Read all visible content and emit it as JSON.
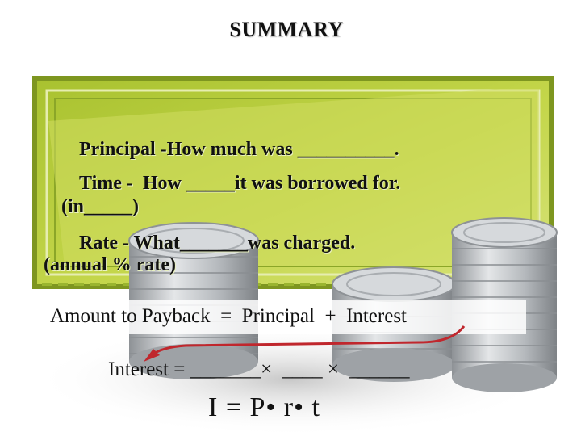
{
  "title": "SUMMARY",
  "bullets": {
    "principal": "Principal -How much was __________.",
    "time": "Time -  How _____it was borrowed for.",
    "time_unit": "(in_____)",
    "rate": "Rate - What_______was charged.",
    "rate_note": "(annual % rate)"
  },
  "equation": "Amount to Payback  =  Principal  +  Interest",
  "interest_line": "Interest = _______×  ____ ×  ______",
  "formula": "I = P• r• t",
  "colors": {
    "bill_green": "#b7cc3c",
    "bill_light": "#dde88a",
    "coin_silver": "#b8bcc0",
    "arrow_red": "#c0272d"
  }
}
